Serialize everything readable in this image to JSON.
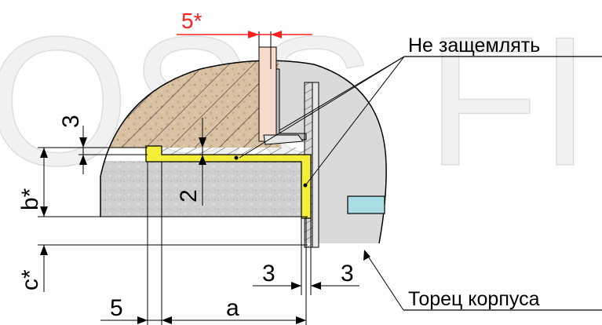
{
  "watermark": "OSS FIRE",
  "colors": {
    "wood": "#d9c3a7",
    "concrete": "#cfcfcf",
    "gasket": "#f2ee3a",
    "gray": "#dadada",
    "peach": "#f7dccb",
    "cyan": "#a9dde4",
    "accent": "#ff2020"
  },
  "labels": {
    "top_dim": "5*",
    "callout_top": "Не защемлять",
    "callout_bottom": "Торец корпуса"
  },
  "dimensions": {
    "left_small": "3",
    "gap_small": "2",
    "b_dim": "b*",
    "c_dim": "c*",
    "bottom_left": "5",
    "bottom_a": "a",
    "bottom_mid": "3",
    "bottom_right": "3"
  }
}
